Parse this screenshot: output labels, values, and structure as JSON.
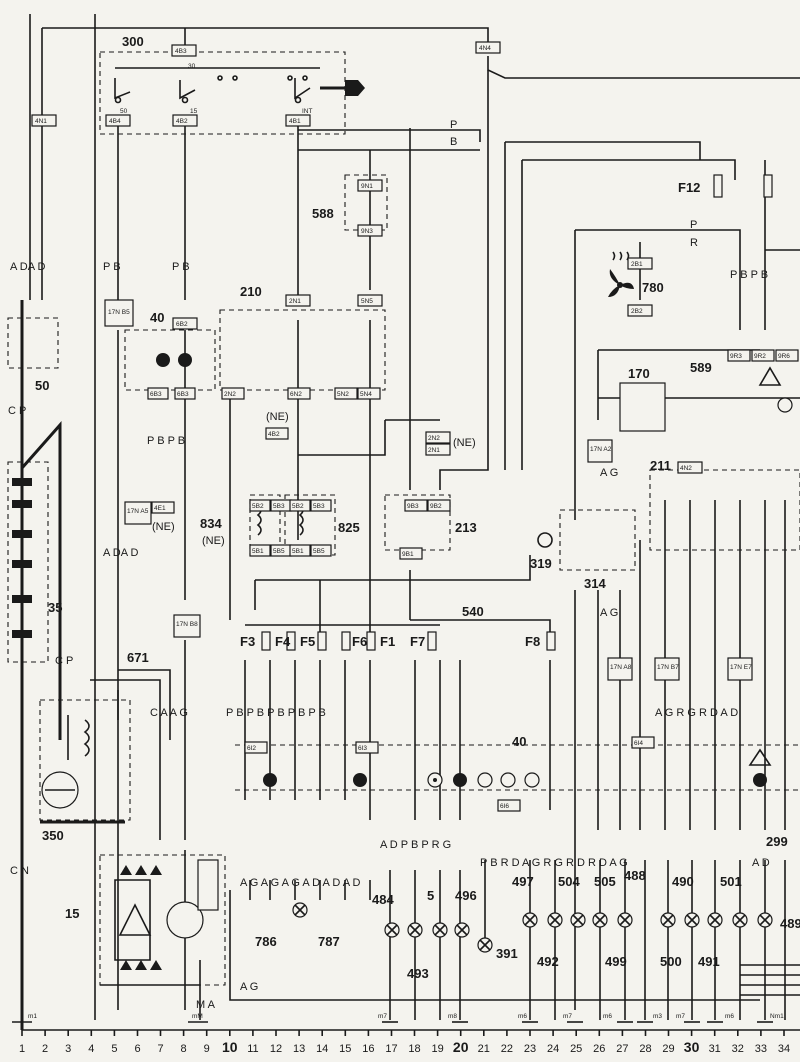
{
  "components": {
    "c300": "300",
    "c40a": "40",
    "c210": "210",
    "c588": "588",
    "c50": "50",
    "c35": "35",
    "c834": "834",
    "c825": "825",
    "c213": "213",
    "c671": "671",
    "c350": "350",
    "c15": "15",
    "c780": "780",
    "c170": "170",
    "c589": "589",
    "c211": "211",
    "c319": "319",
    "c314": "314",
    "c540": "540",
    "c40b": "40",
    "c299": "299",
    "c786": "786",
    "c787": "787",
    "c484": "484",
    "c5": "5",
    "c496": "496",
    "c391": "391",
    "c493": "493",
    "c497": "497",
    "c504": "504",
    "c505": "505",
    "c488": "488",
    "c490": "490",
    "c501": "501",
    "c489": "489",
    "c492": "492",
    "c499": "499",
    "c500": "500",
    "c491": "491"
  },
  "fuses": [
    "F3",
    "F4",
    "F5",
    "F6",
    "F1",
    "F7",
    "F8",
    "F12"
  ],
  "ne_tags": [
    "(NE)",
    "(NE)",
    "(NE)",
    "(NE)"
  ],
  "wire_colors": {
    "ad": "A DA D",
    "pb1": "P B",
    "pb2": "P B",
    "cp1": "C P",
    "cp2": "C P",
    "ad2": "A DA D",
    "caag": "C A A G",
    "cn": "C N",
    "p": "P",
    "b": "B",
    "pbpb": "P B P B",
    "ag": "A G",
    "pr": "P",
    "rr": "R",
    "pbpb3": "P B P B",
    "agrgr": "A G R G R D A D",
    "ad3": "A D",
    "ag2": "A G",
    "ag3": "A G",
    "nl": "P B P B P B P B P B",
    "bot1": "A G A G A G A D A D A D",
    "bot2": "A G",
    "bot3": "A D P B P R G",
    "bot4": "P B R D A G R G R D R D A G"
  },
  "connectors": {
    "k4b3": "4B3",
    "k4n4": "4N4",
    "k4n1": "4N1",
    "k4b4": "4B4",
    "k4b2": "4B2",
    "k4b1": "4B1",
    "k30": "30",
    "k15": "15",
    "kint": "INT",
    "k50": "50",
    "k9n1": "9N1",
    "k9n3": "9N3",
    "k2n1": "2N1",
    "k5n5": "5N5",
    "k17nb5": "17N B5",
    "k6b2": "6B2",
    "k6b3": "6B3",
    "k2b1": "2B1",
    "k2b2": "2B2",
    "k9r3": "9R3",
    "k9r2": "9R2",
    "k9r6": "9R6",
    "k17na5": "17N A5",
    "k4e1": "4E1",
    "k17n8b": "17N B8",
    "k5b2": "5B2",
    "k5b3": "5B3",
    "k5b1": "5B1",
    "k5b5": "5B5",
    "k2n2": "2N2",
    "k6n2": "6N2",
    "k5n2": "5N2",
    "k5n4": "5N4",
    "k4b2b": "4B2",
    "k2n2b": "2N2",
    "k2n1b": "2N1",
    "k9b3": "9B3",
    "k9b2": "9B2",
    "k9b1": "9B1",
    "k17na2": "17N A2",
    "k4n2": "4N2",
    "k17n8a": "17N A8",
    "k6i4": "6I4",
    "k612": "6I2",
    "k613": "6I3",
    "k6i6": "6I6",
    "k17nb7": "17N B7",
    "k17ne7": "17N E7"
  },
  "bottom_numbers": [
    "1",
    "2",
    "3",
    "4",
    "5",
    "6",
    "7",
    "8",
    "9",
    "10",
    "11",
    "12",
    "13",
    "14",
    "15",
    "16",
    "17",
    "18",
    "19",
    "20",
    "21",
    "22",
    "23",
    "24",
    "25",
    "26",
    "27",
    "28",
    "29",
    "30",
    "31",
    "32",
    "33",
    "34"
  ],
  "bold_bottom": [
    "10",
    "20",
    "30"
  ],
  "ground_labels": [
    "m1",
    "mM",
    "m7",
    "m8",
    "m6",
    "m7",
    "m6",
    "m3",
    "m7",
    "m6",
    "Nm1"
  ],
  "ma": "M A"
}
